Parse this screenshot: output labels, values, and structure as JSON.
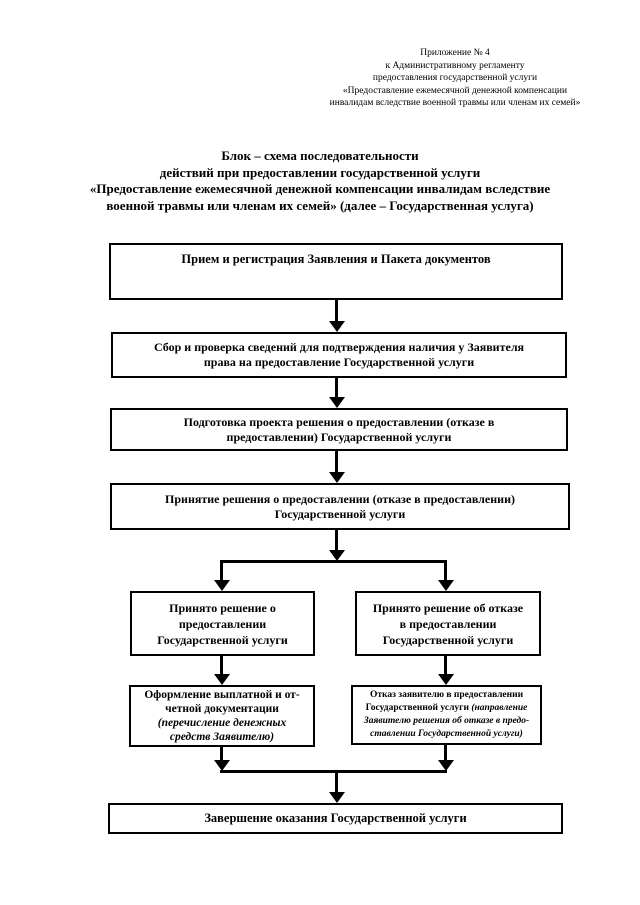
{
  "appendix": {
    "text": "Приложение № 4\nк Административному регламенту\nпредоставления государственной услуги\n«Предоставление ежемесячной денежной компенсации\nинвалидам вследствие военной травмы или членам их семей»"
  },
  "title": {
    "text": "Блок – схема последовательности\nдействий при предоставлении государственной услуги\n«Предоставление ежемесячной денежной компенсации инвалидам вследствие\nвоенной травмы или членам их семей» (далее – Государственная услуга)"
  },
  "flowchart": {
    "reception": "Прием и регистрация Заявления и Пакета документов",
    "verification": "Сбор и проверка сведений для подтверждения наличия у Заявителя\nправа  на предоставление Государственной услуги",
    "draft_decision": "Подготовка проекта решения о предоставлении (отказе в\nпредоставлении) Государственной услуги",
    "decision": "Принятие решения о предоставлении (отказе в предоставлении)\nГосударственной услуги",
    "approved": "Принято решение о\nпредоставлении\nГосударственной услуги",
    "refused": "Принято решение об отказе\nв  предоставлении\nГосударственной услуги",
    "payout_main": "Оформление выплатной и от-\nчетной документации",
    "payout_note": "(перечисление денежных\nсредств Заявителю)",
    "refusal_main": "Отказ заявителю в предоставлении\nГосударственной услуги ",
    "refusal_note": "(направление\nЗаявителю решения об отказе в предо-\nставлении Государственной услуги)",
    "completion": "Завершение оказания Государственной услуги"
  },
  "colors": {
    "ink": "#000000",
    "paper": "#ffffff"
  }
}
